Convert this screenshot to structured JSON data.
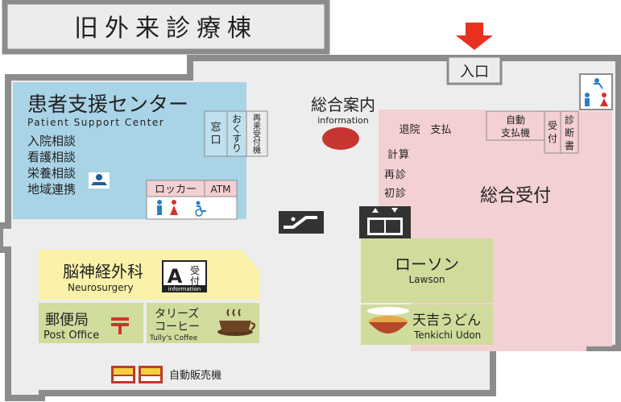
{
  "title": "旧外来診療棟",
  "entrance": "入口",
  "support_center": {
    "name": "患者支援センター",
    "name_en": "Patient Support Center",
    "services": [
      "入院相談",
      "看護相談",
      "栄養相談",
      "地域連携"
    ]
  },
  "window_counter": [
    "窓",
    "口"
  ],
  "okusuri_counter": [
    "お",
    "く",
    "す",
    "り"
  ],
  "reception_machine": [
    "再",
    "来",
    "受",
    "付",
    "機"
  ],
  "information": {
    "name": "総合案内",
    "name_en": "information"
  },
  "locker": "ロッカー",
  "atm": "ATM",
  "reception": {
    "name": "総合受付",
    "discharge_payment": "退院　支払",
    "auto_payment": [
      "自動",
      "支払機"
    ],
    "uketsuke": [
      "受",
      "付"
    ],
    "shindansho": [
      "診",
      "断",
      "書"
    ],
    "calc": [
      "計",
      "算"
    ],
    "revisit": [
      "再",
      "診"
    ],
    "first_visit": [
      "初",
      "診"
    ]
  },
  "neurosurgery": {
    "name": "脳神経外科",
    "name_en": "Neurosurgery",
    "badge_letter": "A",
    "badge_kanji": [
      "受",
      "付"
    ],
    "badge_sub": "information"
  },
  "post_office": {
    "name": "郵便局",
    "name_en": "Post Office"
  },
  "tullys": {
    "name": [
      "タリーズ",
      "コーヒー"
    ],
    "name_en": "Tully's Coffee"
  },
  "lawson": {
    "name": "ローソン",
    "name_en": "Lawson"
  },
  "tenkichi": {
    "name": "天吉うどん",
    "name_en": "Tenkichi Udon"
  },
  "vending": "自動販売機",
  "colors": {
    "support": "#a9d3e6",
    "reception": "#f3d0d3",
    "neuro": "#faf2a8",
    "shop": "#cfdc9c",
    "floor": "#ededed",
    "wall": "#8c8c8c",
    "arrow": "#e8321f",
    "dot": "#c63530"
  },
  "icons": [
    "restroom-icon",
    "wheelchair-icon",
    "escalator-icon",
    "elevator-icon",
    "post-office-mark-icon",
    "coffee-cup-icon",
    "udon-bowl-icon",
    "vending-machine-icon",
    "accessible-restroom-icon"
  ]
}
